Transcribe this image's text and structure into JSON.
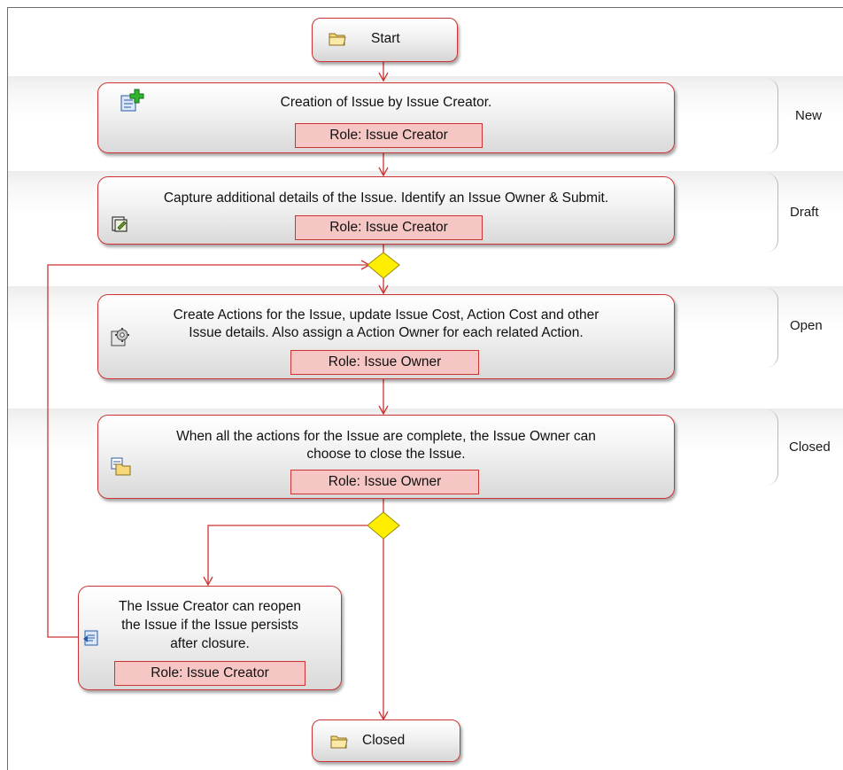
{
  "stages": [
    {
      "label": "New"
    },
    {
      "label": "Draft"
    },
    {
      "label": "Open"
    },
    {
      "label": "Closed"
    }
  ],
  "start": {
    "label": "Start"
  },
  "end": {
    "label": "Closed"
  },
  "steps": {
    "creation": {
      "text": "Creation of Issue by Issue Creator.",
      "role": "Role: Issue Creator"
    },
    "capture": {
      "text": "Capture additional details of the Issue. Identify an Issue Owner & Submit.",
      "role": "Role: Issue Creator"
    },
    "actions": {
      "line1": "Create Actions for the Issue, update Issue Cost, Action Cost and other",
      "line2": "Issue details. Also assign a Action Owner for each related Action.",
      "role": "Role: Issue Owner"
    },
    "close": {
      "line1": "When all the actions for the Issue are complete, the Issue Owner can",
      "line2": "choose to close the Issue.",
      "role": "Role: Issue Owner"
    },
    "reopen": {
      "line1": "The Issue Creator can reopen",
      "line2": "the Issue if the Issue persists",
      "line3": "after closure.",
      "role": "Role: Issue Creator"
    }
  },
  "colors": {
    "connector": "#cc3333",
    "role_fill": "#f5c6c3",
    "decision_fill": "#ffee00"
  },
  "icons": [
    "folder-icon",
    "add-document-icon",
    "edit-document-icon",
    "actions-gear-icon",
    "close-document-icon",
    "reopen-document-icon"
  ]
}
